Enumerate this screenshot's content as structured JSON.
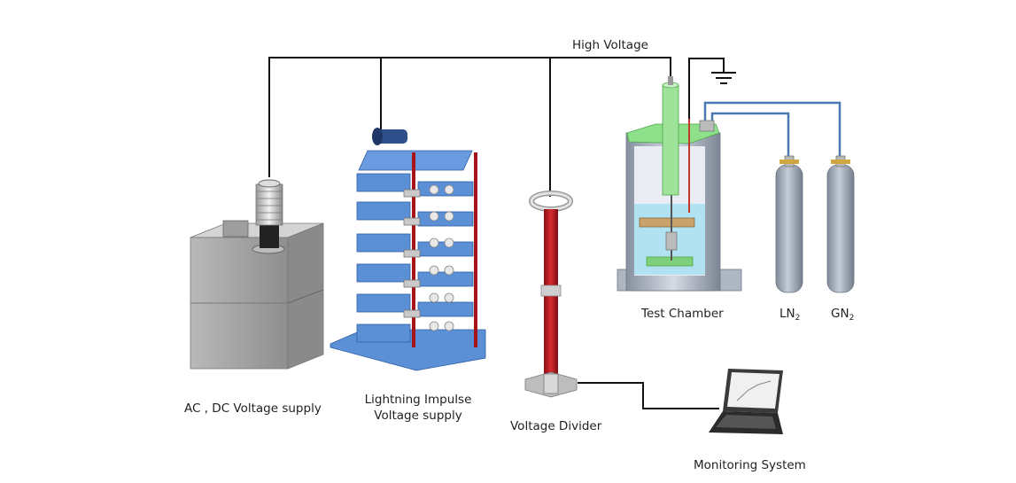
{
  "labels": {
    "high_voltage": "High Voltage",
    "test_chamber": "Test Chamber",
    "ln2_main": "LN",
    "ln2_sub": "2",
    "gn2_main": "GN",
    "gn2_sub": "2",
    "ac_dc_supply": "AC , DC Voltage supply",
    "lightning_line1": "Lightning Impulse",
    "lightning_line2": "Voltage supply",
    "voltage_divider": "Voltage Divider",
    "monitoring_system": "Monitoring System"
  },
  "colors": {
    "wire": "#111111",
    "gas_line": "#4a78b0",
    "impulse_blue": "#5b8fd6",
    "divider_red": "#b5161c",
    "grey_box": "#a9a9a9",
    "cylinder": "#9aa5b4",
    "chamber_green": "#8fe08a"
  }
}
